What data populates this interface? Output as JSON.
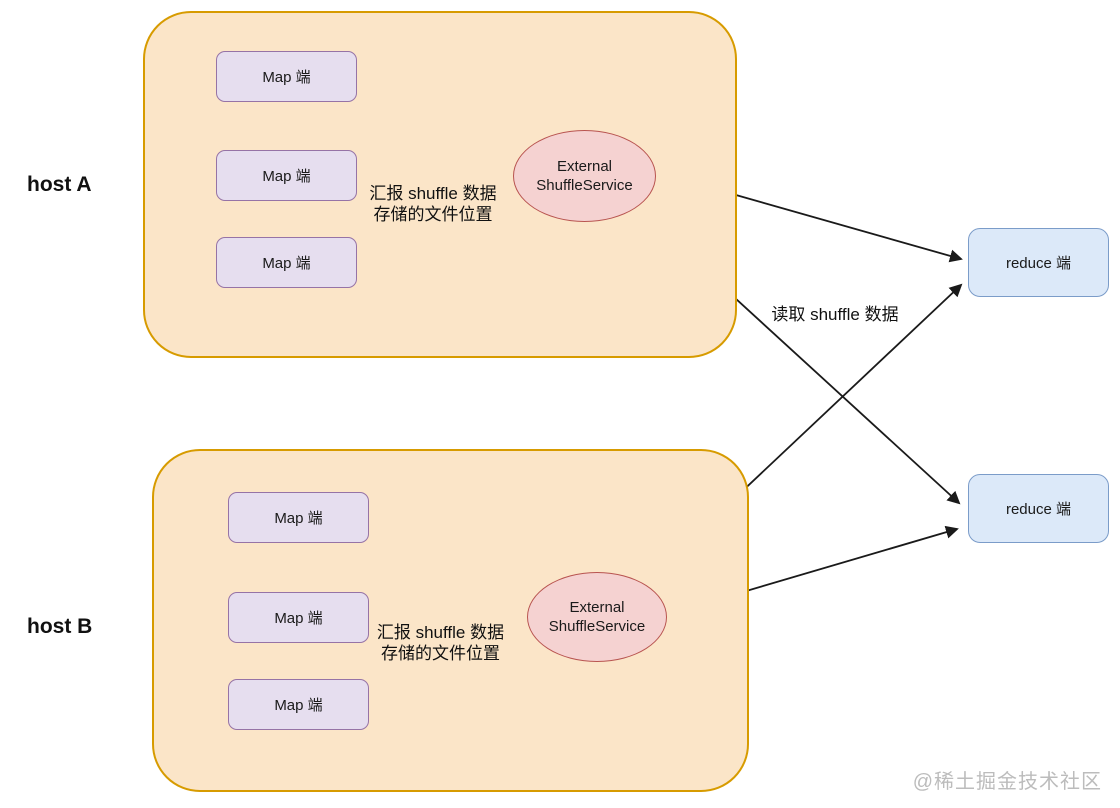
{
  "hosts": [
    {
      "label": "host A",
      "maps": [
        "Map 端",
        "Map 端",
        "Map 端"
      ],
      "service": [
        "External",
        "ShuffleService"
      ],
      "report_label": [
        "汇报 shuffle 数据",
        "存储的文件位置"
      ]
    },
    {
      "label": "host B",
      "maps": [
        "Map 端",
        "Map 端",
        "Map 端"
      ],
      "service": [
        "External",
        "ShuffleService"
      ],
      "report_label": [
        "汇报 shuffle 数据",
        "存储的文件位置"
      ]
    }
  ],
  "reducers": [
    {
      "label": "reduce 端"
    },
    {
      "label": "reduce 端"
    }
  ],
  "read_label": "读取 shuffle 数据",
  "watermark": "@稀土掘金技术社区",
  "colors": {
    "host_fill": "#fbe5c8",
    "host_border": "#d79b00",
    "map_fill": "#e6deef",
    "map_border": "#9673a6",
    "shuffle_fill": "#f5d2d1",
    "shuffle_border": "#b85450",
    "reduce_fill": "#dce9f9",
    "reduce_border": "#7b9cc9",
    "arrow": "#1a1a1a",
    "text": "#111111",
    "watermark": "#bcbcbc"
  }
}
